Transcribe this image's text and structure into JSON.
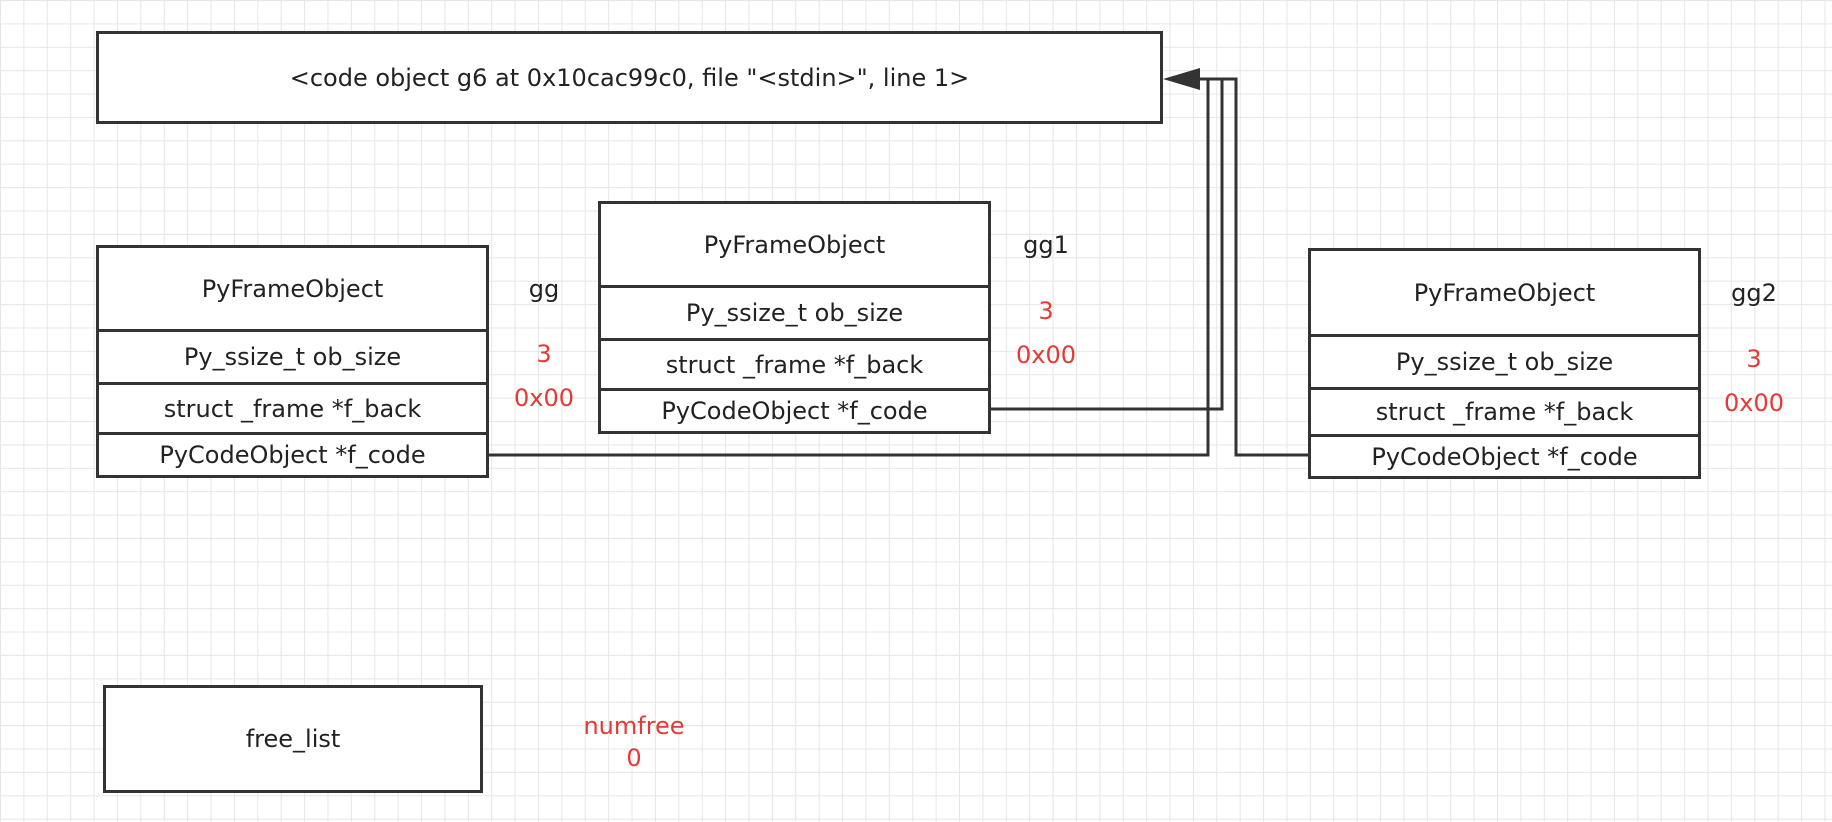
{
  "code_object": {
    "text": "<code object g6 at 0x10cac99c0, file \"<stdin>\", line 1>"
  },
  "frames": {
    "gg": {
      "name": "gg",
      "header": "PyFrameObject",
      "ob_size_field": "Py_ssize_t ob_size",
      "f_back_field": "struct _frame *f_back",
      "f_code_field": "PyCodeObject *f_code",
      "ob_size_value": "3",
      "f_back_value": "0x00"
    },
    "gg1": {
      "name": "gg1",
      "header": "PyFrameObject",
      "ob_size_field": "Py_ssize_t ob_size",
      "f_back_field": "struct _frame *f_back",
      "f_code_field": "PyCodeObject *f_code",
      "ob_size_value": "3",
      "f_back_value": "0x00"
    },
    "gg2": {
      "name": "gg2",
      "header": "PyFrameObject",
      "ob_size_field": "Py_ssize_t ob_size",
      "f_back_field": "struct _frame *f_back",
      "f_code_field": "PyCodeObject *f_code",
      "ob_size_value": "3",
      "f_back_value": "0x00"
    }
  },
  "free_list": {
    "label": "free_list",
    "numfree_label": "numfree",
    "numfree_value": "0"
  },
  "colors": {
    "stroke": "#333333",
    "value_text": "#e53935",
    "grid": "#e6e6e6"
  }
}
